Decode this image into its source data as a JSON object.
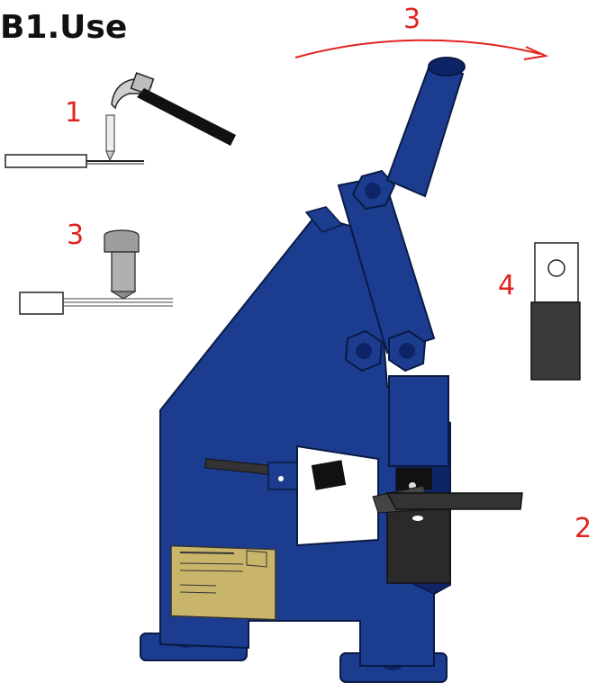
{
  "heading": "B1.Use",
  "steps": {
    "one": "1",
    "three_top": "3",
    "three_left": "3",
    "four": "4",
    "two": "2"
  },
  "colors": {
    "press_blue": "#1c3d8f",
    "press_blue_dark": "#0f2466",
    "label_red": "#e0231f",
    "plate_gold": "#c9b56a"
  }
}
